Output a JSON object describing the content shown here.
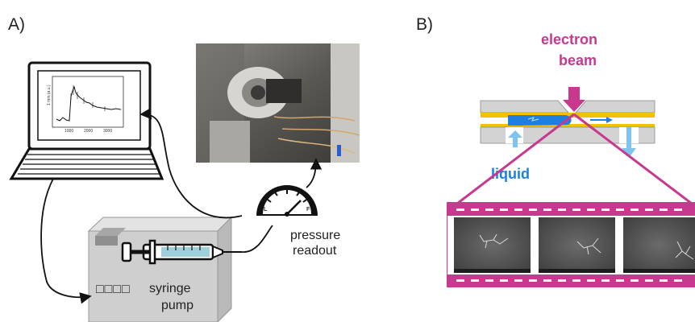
{
  "panels": {
    "a": {
      "label": "A)"
    },
    "b": {
      "label": "B)"
    }
  },
  "labels": {
    "pressure_readout_line1": "pressure",
    "pressure_readout_line2": "readout",
    "syringe_pump_line1": "syringe",
    "syringe_pump_line2": "pump",
    "pump_display": "□□□□",
    "electron_beam_line1": "electron",
    "electron_beam_line2": "beam",
    "liquid": "liquid"
  },
  "gauge": {
    "low": "L",
    "high": "F"
  },
  "colors": {
    "accent_magenta": "#c8388f",
    "liquid_blue": "#1d7fe0",
    "gold_layer": "#f2c200"
  }
}
